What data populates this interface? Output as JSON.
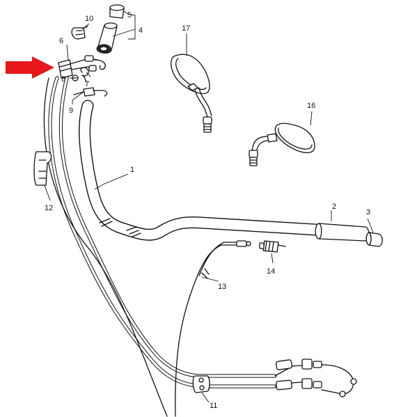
{
  "colors": {
    "line": "#111111",
    "background": "#ffffff",
    "arrow": "#e8171c"
  },
  "callouts": {
    "c1": "1",
    "c2": "2",
    "c3": "3",
    "c4": "4",
    "c5": "5",
    "c6": "6",
    "c7": "7",
    "c8": "8",
    "c9": "9",
    "c10": "10",
    "c11": "11",
    "c12": "12",
    "c13": "13",
    "c14": "14",
    "c16": "16",
    "c17": "17"
  },
  "indicator": {
    "icon": "red-arrow-icon",
    "points_to": "6"
  }
}
